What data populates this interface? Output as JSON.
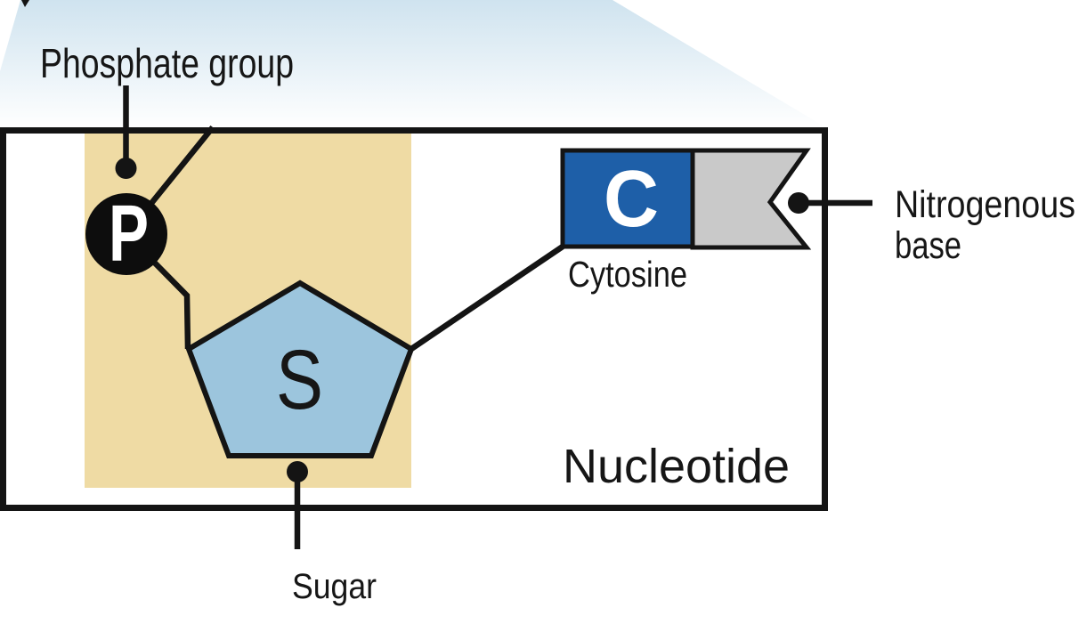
{
  "diagram": {
    "title_context": "Nucleotide structure diagram",
    "labels": {
      "phosphate_group": "Phosphate group",
      "cytosine": "Cytosine",
      "nitrogenous_line1": "Nitrogenous",
      "nitrogenous_line2": "base",
      "nucleotide": "Nucleotide",
      "sugar": "Sugar"
    },
    "symbols": {
      "phosphate": "P",
      "sugar": "S",
      "cytosine": "C"
    },
    "colors": {
      "ink": "#141414",
      "text": "#161616",
      "letter_white": "#FFFFFF",
      "phosphate_circle": "#0D0D0D",
      "sugar_pentagon": "#9CC5DD",
      "base_blue": "#1E5FA8",
      "base_flag_gray": "#C9C9C9",
      "highlight_tan": "#EFDBA4",
      "beam_top": "#CFE3EF",
      "beam_bottom": "#FFFFFF"
    }
  }
}
